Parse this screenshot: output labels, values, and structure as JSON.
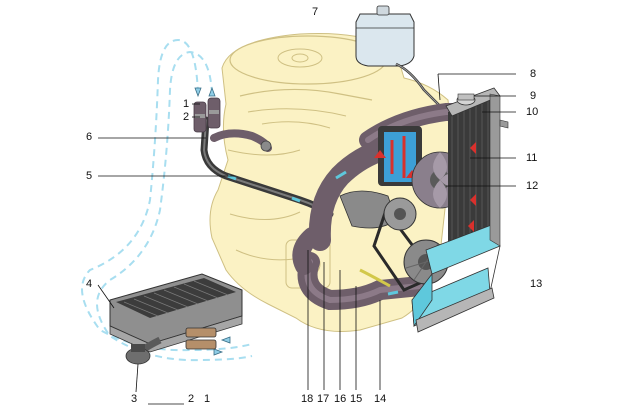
{
  "colors": {
    "engine_fill": "#fbf2c4",
    "engine_stroke": "#cfc083",
    "hose_fill": "#6e5e6a",
    "hose_dark": "#4a3d48",
    "coolant_flow": "#5ec8dc",
    "radiator_core": "#3a3a3a",
    "radiator_tank": "#7fd8e6",
    "reservoir_fill": "#dbe7ee",
    "heater_core": "#3c3c3c",
    "pump_red": "#d9302c",
    "pipe_dark": "#3a3a3a"
  },
  "icons": {
    "expansion_tank": "expansion-tank-icon",
    "radiator": "radiator-icon",
    "heater_radiator": "heater-radiator-icon",
    "engine_block": "engine-block-icon",
    "fan": "fan-icon",
    "water_pump_pulley": "pulley-icon"
  },
  "callouts": {
    "c1": "1",
    "c2": "2",
    "c3": "3",
    "c4": "4",
    "c5": "5",
    "c6": "6",
    "c7": "7",
    "c8": "8",
    "c9": "9",
    "c10": "10",
    "c11": "11",
    "c12": "12",
    "c13": "13",
    "c14": "14",
    "c15": "15",
    "c16": "16",
    "c17": "17",
    "c18": "18",
    "c2b": "2",
    "c1b": "1"
  }
}
